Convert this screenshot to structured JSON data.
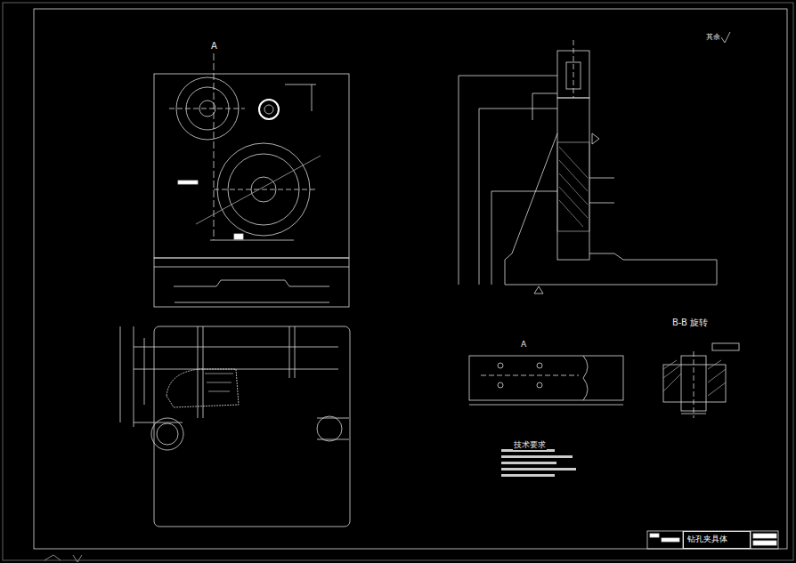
{
  "diagram": {
    "nodes": [
      {
        "text": [
          "钻孔夹具体"
        ]
      }
    ],
    "labels": [
      "A",
      "其余",
      "B-B 旋转",
      "技术要求",
      "A"
    ]
  }
}
